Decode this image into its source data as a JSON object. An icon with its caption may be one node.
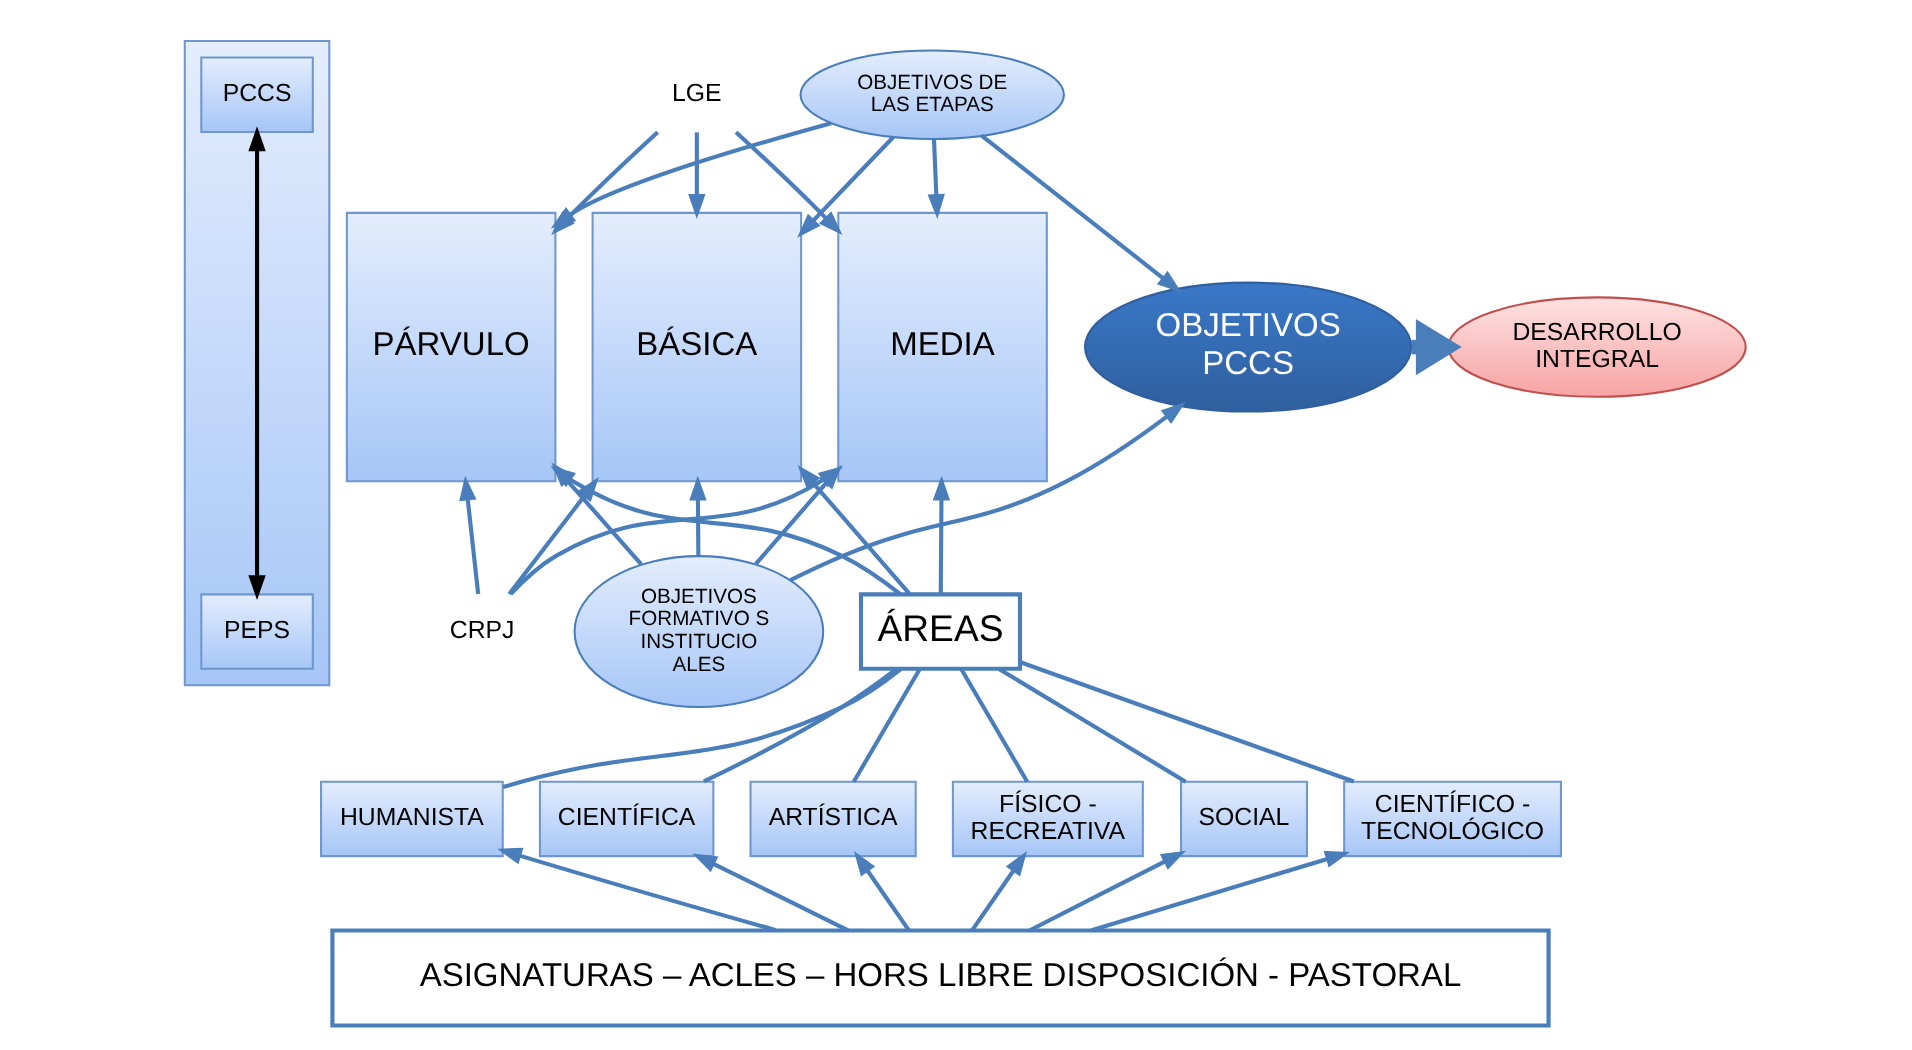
{
  "diagram": {
    "nodes": [
      {
        "text": [],
        "shape": "box"
      },
      {
        "text": [
          "PCCS"
        ],
        "in": 0
      },
      {
        "text": [
          "PEPS"
        ],
        "in": 0
      },
      {
        "text": [
          "LGE"
        ]
      },
      {
        "text": [
          "CRPJ"
        ]
      },
      {
        "text": [
          "PÁRVULO"
        ]
      },
      {
        "text": [
          "BÁSICA"
        ]
      },
      {
        "text": [
          "MEDIA"
        ]
      },
      {
        "text": [
          "OBJETIVOS DE LAS ETAPAS"
        ]
      },
      {
        "text": [
          "OBJETIVOS PCCS"
        ]
      },
      {
        "text": [
          "DESARROLLO INTEGRAL"
        ]
      },
      {
        "text": [
          "OBJETIVOS FORMATIVO S INSTITUCIO ALES"
        ]
      },
      {
        "text": [
          "ÁREAS"
        ]
      },
      {
        "text": [
          "HUMANISTA"
        ]
      },
      {
        "text": [
          "CIENTÍFICA"
        ]
      },
      {
        "text": [
          "ARTÍSTICA"
        ]
      },
      {
        "text": [
          "FÍSICO - RECREATIVA"
        ]
      },
      {
        "text": [
          "SOCIAL"
        ]
      },
      {
        "text": [
          "CIENTÍFICO - TECNOLÓGICO"
        ]
      },
      {
        "text": [
          "ASIGNATURAS – ACLES – HORS LIBRE DISPOSICIÓN - PASTORAL"
        ]
      }
    ],
    "edges": [
      {
        "from": 1,
        "to": 2,
        "arrow": "both",
        "color": "#000000"
      },
      {
        "from": 3,
        "to": 5,
        "arrow": "to"
      },
      {
        "from": 3,
        "to": 6,
        "arrow": "to"
      },
      {
        "from": 3,
        "to": 7,
        "arrow": "to"
      },
      {
        "from": 8,
        "to": 5,
        "arrow": "to"
      },
      {
        "from": 8,
        "to": 6,
        "arrow": "to"
      },
      {
        "from": 8,
        "to": 7,
        "arrow": "to"
      },
      {
        "from": 4,
        "to": 5,
        "arrow": "to"
      },
      {
        "from": 4,
        "to": 6,
        "arrow": "to"
      },
      {
        "from": 4,
        "to": 7,
        "arrow": "to"
      },
      {
        "from": 11,
        "to": 5,
        "arrow": "to"
      },
      {
        "from": 11,
        "to": 6,
        "arrow": "to"
      },
      {
        "from": 11,
        "to": 7,
        "arrow": "to"
      },
      {
        "from": 12,
        "to": 5,
        "arrow": "to"
      },
      {
        "from": 12,
        "to": 6,
        "arrow": "to"
      },
      {
        "from": 12,
        "to": 7,
        "arrow": "to"
      },
      {
        "from": 8,
        "to": 9,
        "arrow": "to"
      },
      {
        "from": 11,
        "to": 9,
        "arrow": "to"
      },
      {
        "from": 9,
        "to": 10,
        "arrow": "to",
        "style": "thick"
      },
      {
        "from": 12,
        "to": 13,
        "arrow": "none"
      },
      {
        "from": 12,
        "to": 14,
        "arrow": "none"
      },
      {
        "from": 12,
        "to": 15,
        "arrow": "none"
      },
      {
        "from": 12,
        "to": 16,
        "arrow": "none"
      },
      {
        "from": 12,
        "to": 17,
        "arrow": "none"
      },
      {
        "from": 12,
        "to": 18,
        "arrow": "none"
      },
      {
        "from": 19,
        "to": 13,
        "arrow": "to"
      },
      {
        "from": 19,
        "to": 14,
        "arrow": "to"
      },
      {
        "from": 19,
        "to": 15,
        "arrow": "to"
      },
      {
        "from": 19,
        "to": 16,
        "arrow": "to"
      },
      {
        "from": 19,
        "to": 17,
        "arrow": "to"
      },
      {
        "from": 19,
        "to": 18,
        "arrow": "to"
      }
    ]
  }
}
